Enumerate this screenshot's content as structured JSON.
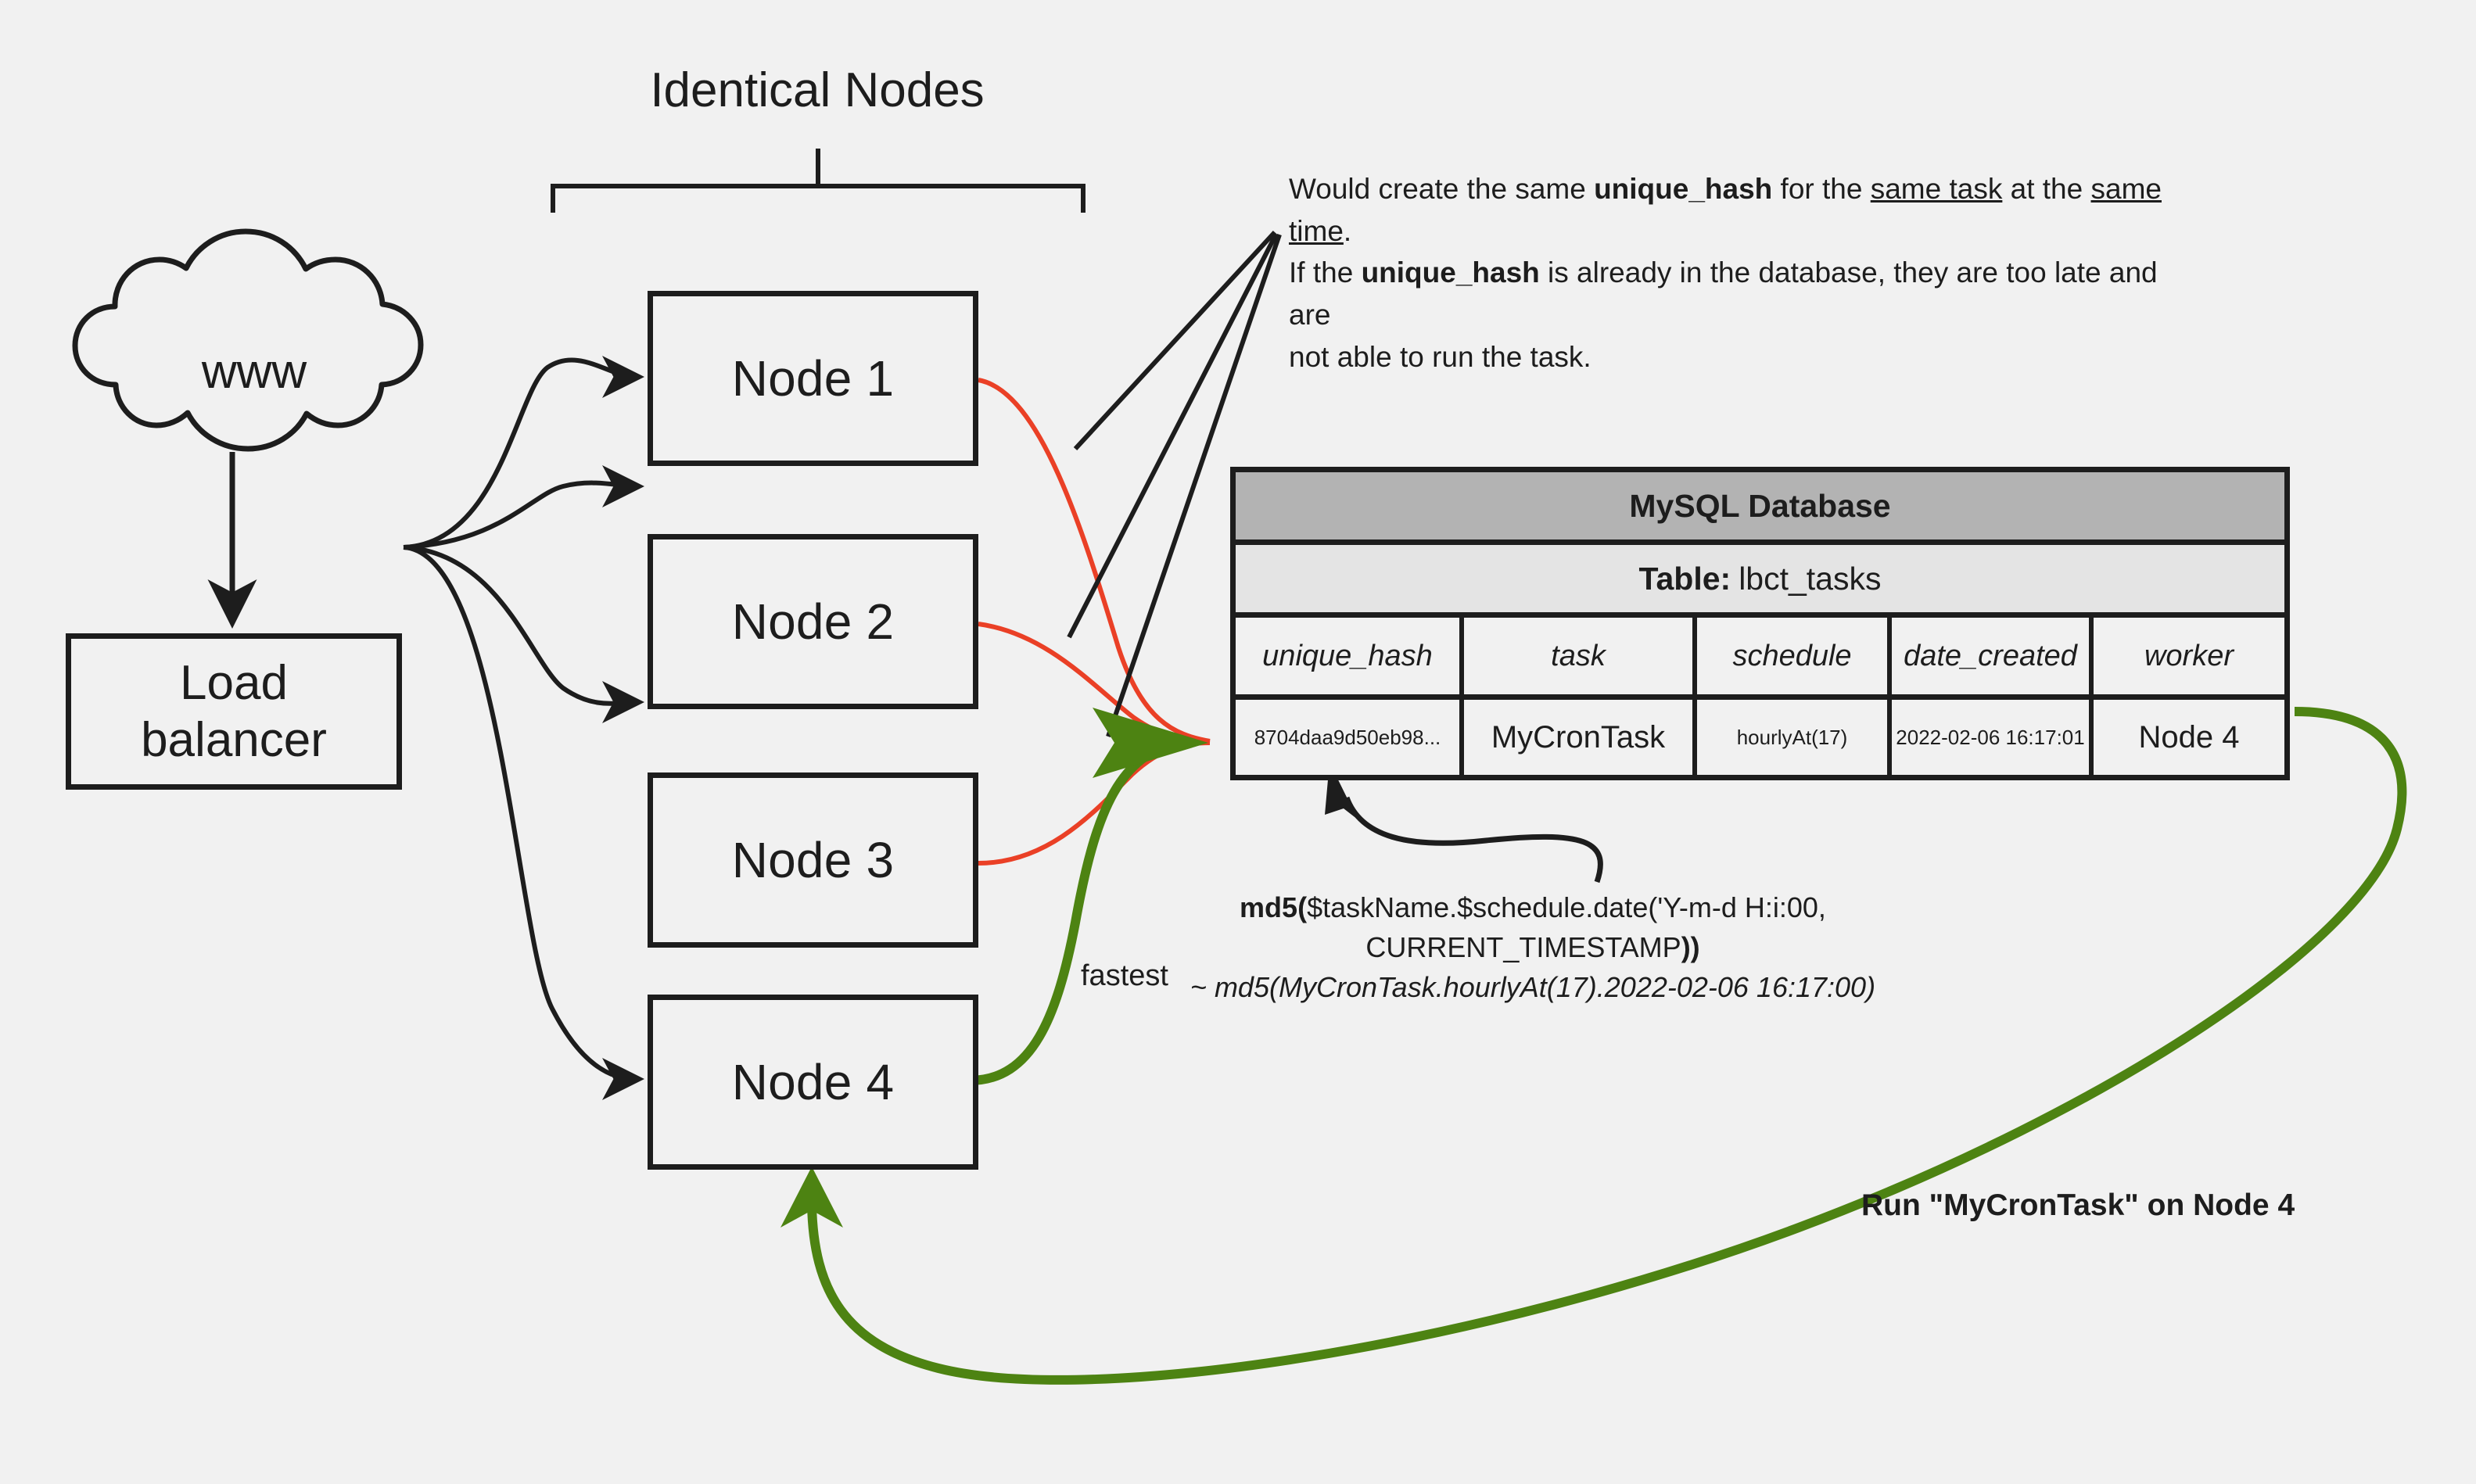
{
  "diagram": {
    "title": "Identical Nodes",
    "cloud": {
      "label": "www",
      "icon": "cloud-icon"
    },
    "load_balancer": {
      "line1": "Load",
      "line2": "balancer"
    },
    "nodes": [
      {
        "label": "Node 1"
      },
      {
        "label": "Node 2"
      },
      {
        "label": "Node 3"
      },
      {
        "label": "Node 4"
      }
    ],
    "annotation": {
      "line1_a": "Would create the same ",
      "line1_bold": "unique_hash",
      "line1_b": " for the ",
      "line1_u1": "same task",
      "line1_c": " at the ",
      "line1_u2": "same time",
      "line1_d": ".",
      "line2_a": "If the ",
      "line2_bold": "unique_hash",
      "line2_b": " is already in the database, they are too late and are",
      "line3": "not able to run the task."
    },
    "database": {
      "title": "MySQL Database",
      "table_key": "Table:",
      "table_name": "lbct_tasks",
      "columns": [
        "unique_hash",
        "task",
        "schedule",
        "date_created",
        "worker"
      ],
      "rows": [
        [
          "8704daa9d50eb98...",
          "MyCronTask",
          "hourlyAt(17)",
          "2022-02-06 16:17:01",
          "Node 4"
        ]
      ]
    },
    "formula": {
      "line1_bold_open": "md5(",
      "line1_mid": "$taskName.$schedule.date('Y-m-d H:i:00, CURRENT_TIMESTAMP",
      "line1_bold_close": "))",
      "line2": "~ md5(MyCronTask.hourlyAt(17).2022-02-06 16:17:00)"
    },
    "labels": {
      "fastest": "fastest",
      "run_task": "Run \"MyCronTask\" on Node 4"
    },
    "colors": {
      "background": "#f1f1f1",
      "stroke": "#1d1d1d",
      "loser_red": "#ea4026",
      "winner_green": "#4d8312",
      "header_gray": "#b3b3b3",
      "subheader_gray": "#e4e4e4"
    }
  }
}
